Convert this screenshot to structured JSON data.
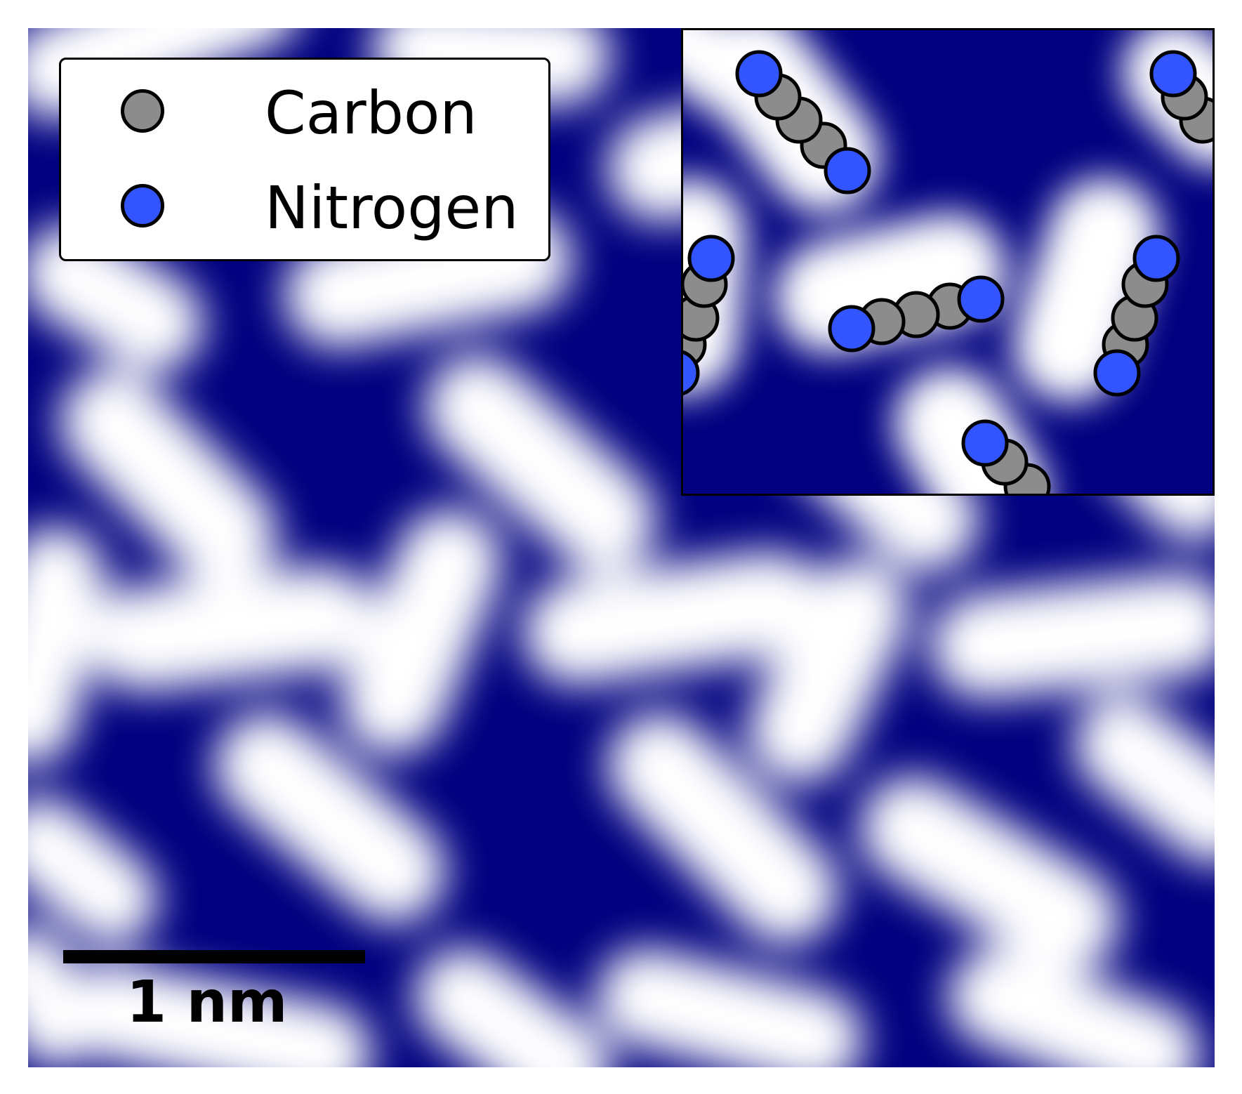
{
  "legend": {
    "items": [
      {
        "label": "Carbon",
        "color": "#8c8c8c"
      },
      {
        "label": "Nitrogen",
        "color": "#3355ff"
      }
    ]
  },
  "scalebar": {
    "label": "1 nm"
  },
  "colors": {
    "background": "#000080",
    "blob": "#ffffff",
    "carbon": "#8c8c8c",
    "nitrogen": "#3355ff",
    "outline": "#000000"
  }
}
